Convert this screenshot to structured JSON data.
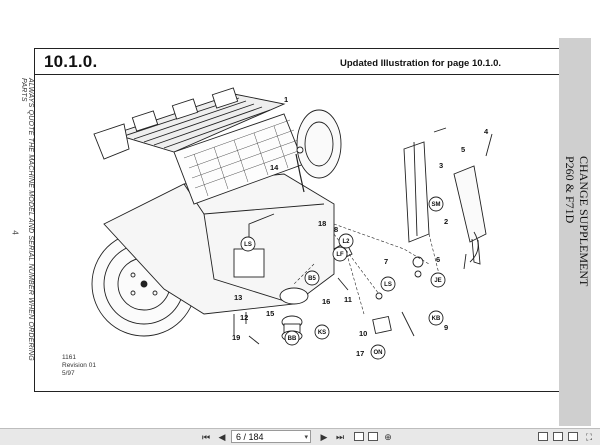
{
  "document": {
    "section_number": "10.1.0.",
    "updated_caption": "Updated Illustration for page 10.1.0.",
    "side_tab": {
      "line1": "CHANGE SUPPLEMENT",
      "line2": "P260 & F71D"
    },
    "vertical_notice": "ALWAYS QUOTE THE MACHINE MODEL AND SERIAL NUMBER WHEN ORDERING PARTS",
    "page_marker": "4",
    "revision": {
      "code": "1161",
      "revision": "Revision 01",
      "date": "5/97"
    },
    "callouts": [
      "1",
      "2",
      "3",
      "4",
      "5",
      "6",
      "7",
      "8",
      "9",
      "10",
      "11",
      "12",
      "13",
      "14",
      "15",
      "16",
      "17",
      "18",
      "19"
    ],
    "badges": [
      "SM",
      "JE",
      "KB",
      "LS",
      "LF",
      "L2",
      "B5",
      "KS",
      "BB",
      "ON",
      "LS"
    ]
  },
  "viewer": {
    "page_indicator": "6 / 184",
    "colors": {
      "toolbar_bg": "#e8e8e8",
      "side_tab_bg": "#cfcfcf"
    }
  }
}
